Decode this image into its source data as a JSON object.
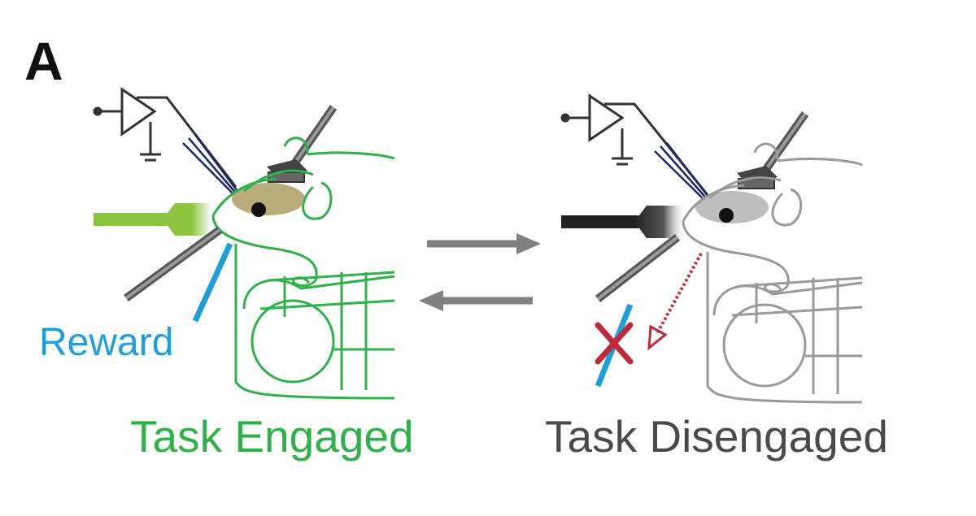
{
  "panel_letter": "A",
  "reward_label": "Reward",
  "engaged": {
    "label": "Task Engaged"
  },
  "disengaged": {
    "label": "Task Disengaged"
  },
  "colors": {
    "engaged": "#2fb14a",
    "reward": "#1e9fd8",
    "disengaged": "#4a4a4a",
    "outline_gray": "#9a9a9a",
    "cross": "#c0283c",
    "arrow": "#808080",
    "odor_green": "#8cc63f",
    "electrode": "#1b2a6b"
  },
  "icons": {
    "engaged_mouse": "mouse-icon",
    "disengaged_mouse": "mouse-icon",
    "transition_forward": "arrow-right-icon",
    "transition_back": "arrow-left-icon",
    "no_reward": "cross-icon"
  }
}
